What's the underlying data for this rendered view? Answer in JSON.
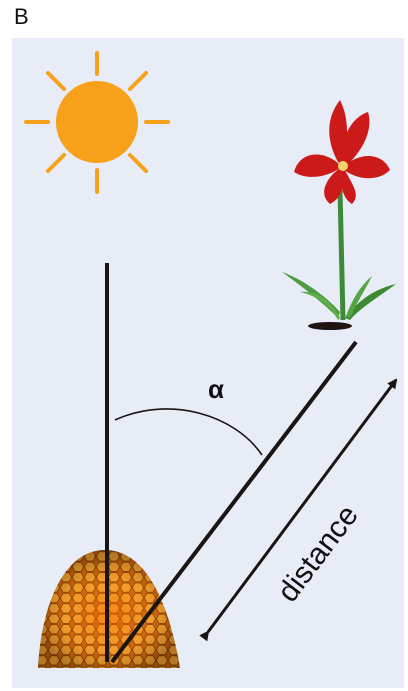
{
  "panel_label": "B",
  "angle_label": "α",
  "distance_label": "distance",
  "colors": {
    "background": "#e8ecf7",
    "sun": "#f7a11a",
    "hive": "#e07a10",
    "flower": "#cc1a1a",
    "stem": "#3f8a3a",
    "line": "#1a1414"
  }
}
